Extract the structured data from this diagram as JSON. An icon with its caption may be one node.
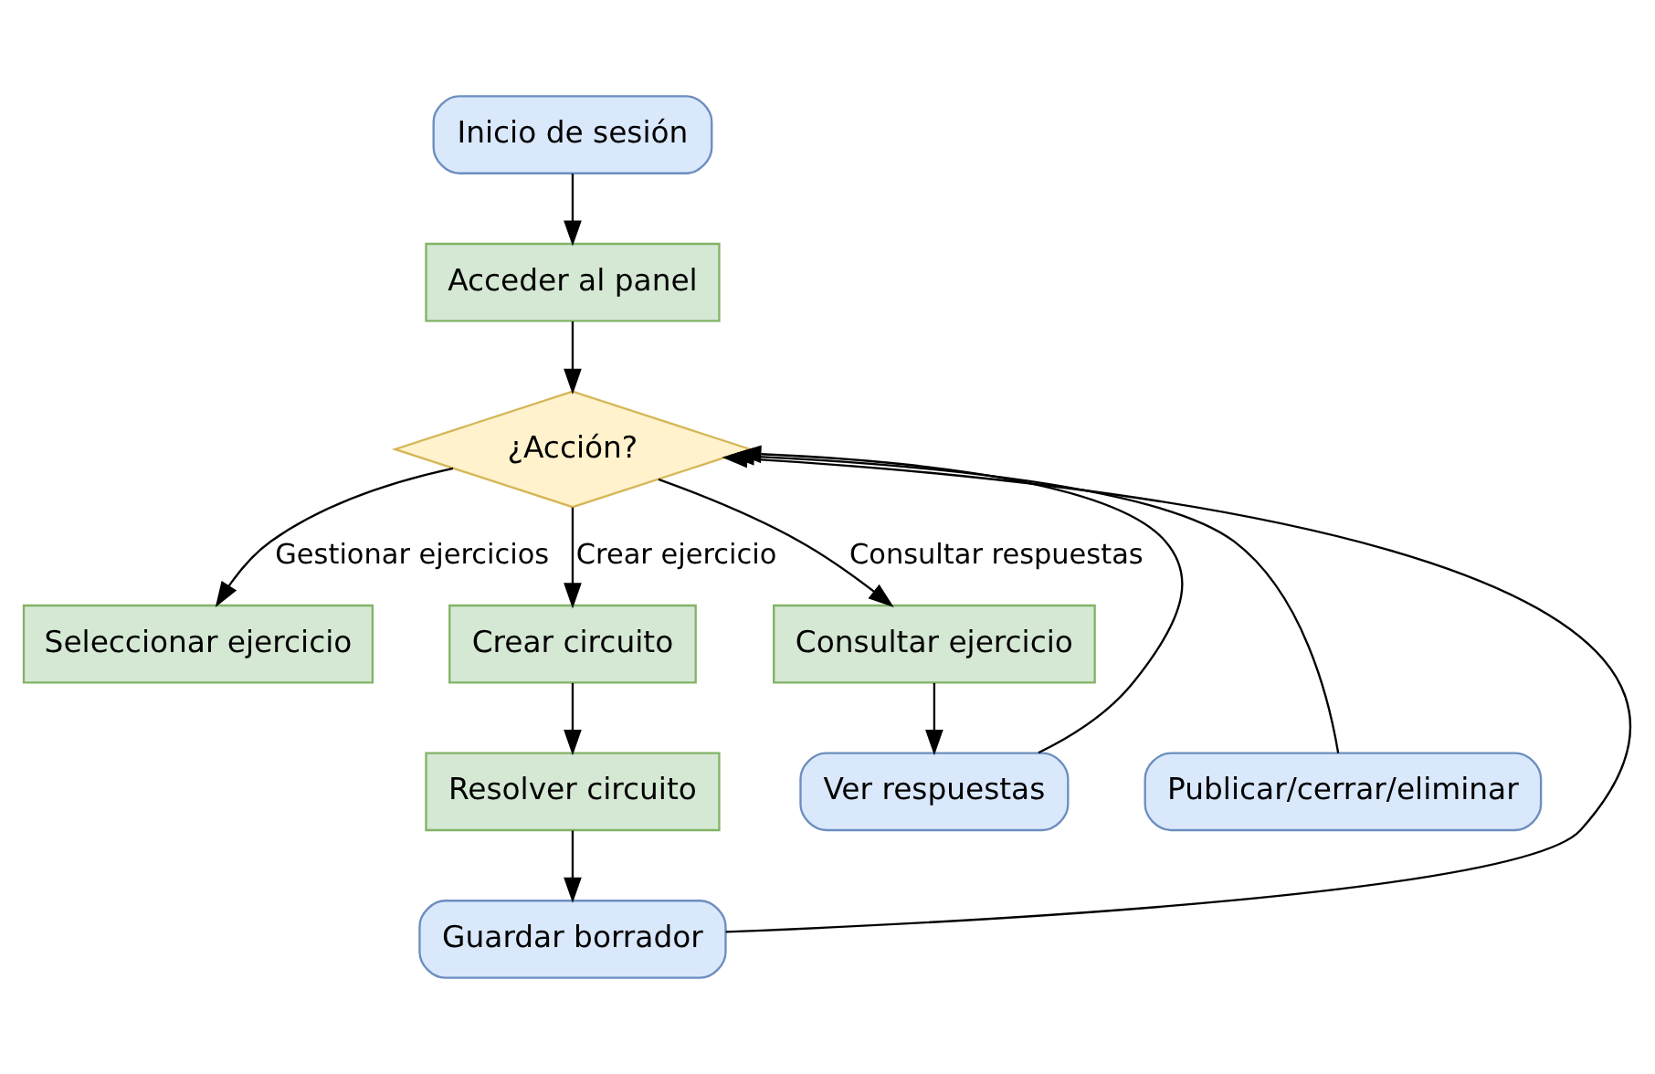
{
  "diagram": {
    "nodes": [
      {
        "text": [
          "Inicio de sesión"
        ]
      },
      {
        "text": [
          "Acceder al panel"
        ]
      },
      {
        "text": [
          "¿Acción?"
        ]
      },
      {
        "text": [
          "Seleccionar ejercicio"
        ]
      },
      {
        "text": [
          "Crear circuito"
        ]
      },
      {
        "text": [
          "Consultar ejercicio"
        ]
      },
      {
        "text": [
          "Resolver circuito"
        ]
      },
      {
        "text": [
          "Ver respuestas"
        ]
      },
      {
        "text": [
          "Publicar/cerrar/eliminar"
        ]
      },
      {
        "text": [
          "Guardar borrador"
        ]
      }
    ],
    "edges": [
      {
        "from": 0,
        "to": 1,
        "arrow": "to"
      },
      {
        "from": 1,
        "to": 2,
        "arrow": "to"
      },
      {
        "from": 2,
        "to": 3,
        "label": "Gestionar ejercicios",
        "arrow": "to"
      },
      {
        "from": 2,
        "to": 4,
        "label": "Crear ejercicio",
        "arrow": "to"
      },
      {
        "from": 2,
        "to": 5,
        "label": "Consultar respuestas",
        "arrow": "to"
      },
      {
        "from": 4,
        "to": 6,
        "arrow": "to"
      },
      {
        "from": 6,
        "to": 9,
        "arrow": "to"
      },
      {
        "from": 5,
        "to": 7,
        "arrow": "to"
      },
      {
        "from": 8,
        "to": 2,
        "arrow": "to"
      },
      {
        "from": 9,
        "to": 2,
        "arrow": "to"
      },
      {
        "from": 7,
        "to": 2,
        "arrow": "to"
      }
    ]
  }
}
